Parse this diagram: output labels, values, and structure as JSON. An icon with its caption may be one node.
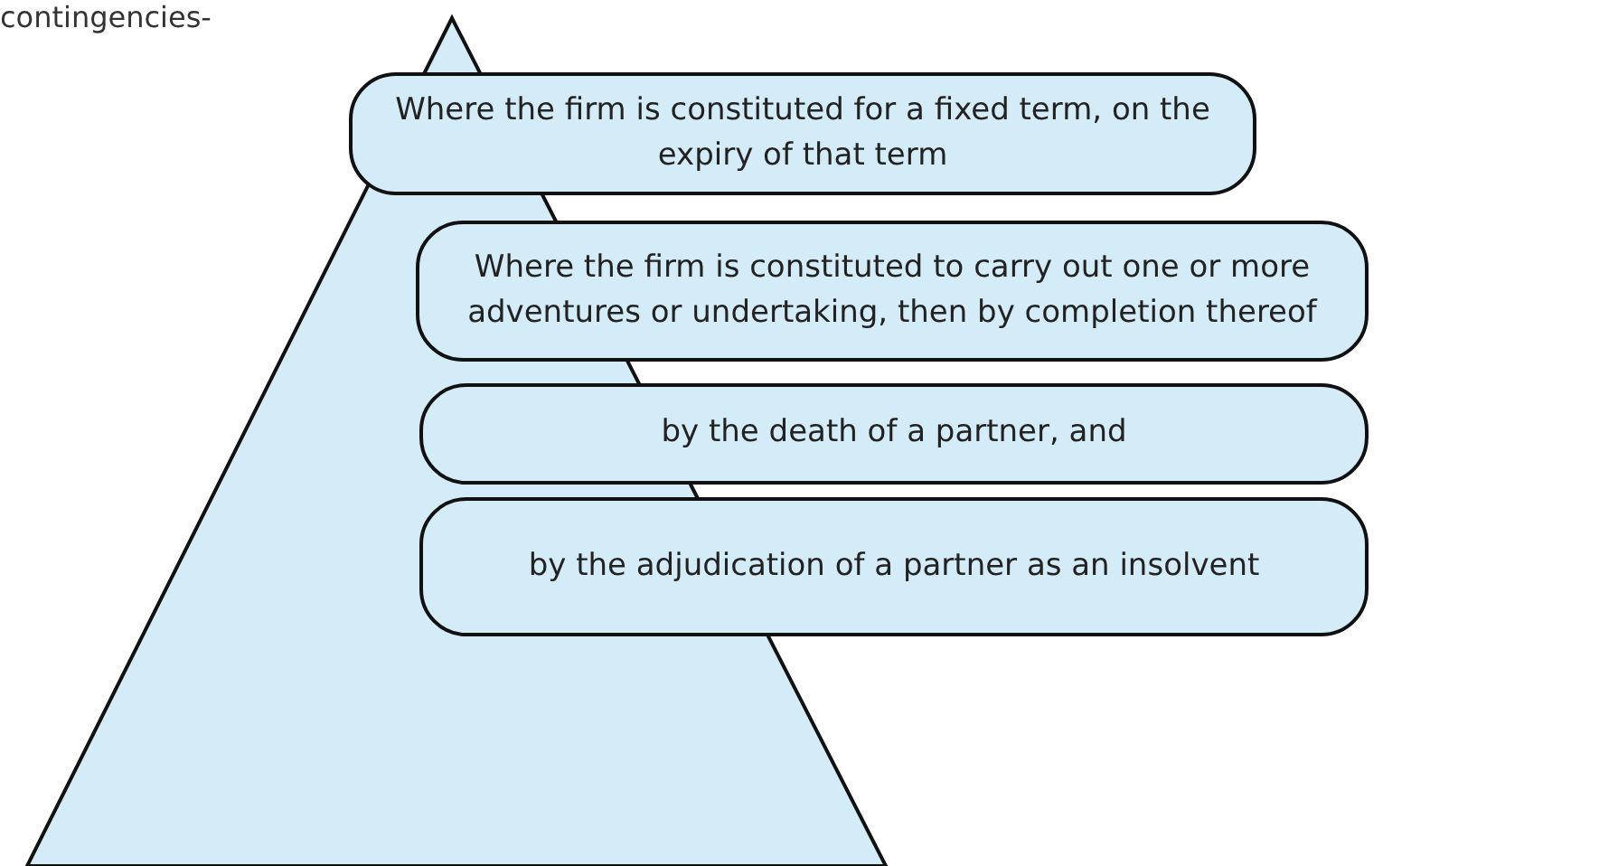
{
  "diagram": {
    "nodes": [
      {
        "text": [
          "Where the firm is constituted for a fixed term, on the expiry of that term"
        ]
      },
      {
        "text": [
          "Where the firm is constituted to carry out one or more adventures or undertaking, then by completion thereof"
        ]
      },
      {
        "text": [
          "by the death of a partner, and"
        ]
      },
      {
        "text": [
          "by the adjudication of a partner as an insolvent"
        ]
      }
    ],
    "labels": [
      "contingencies-"
    ]
  }
}
